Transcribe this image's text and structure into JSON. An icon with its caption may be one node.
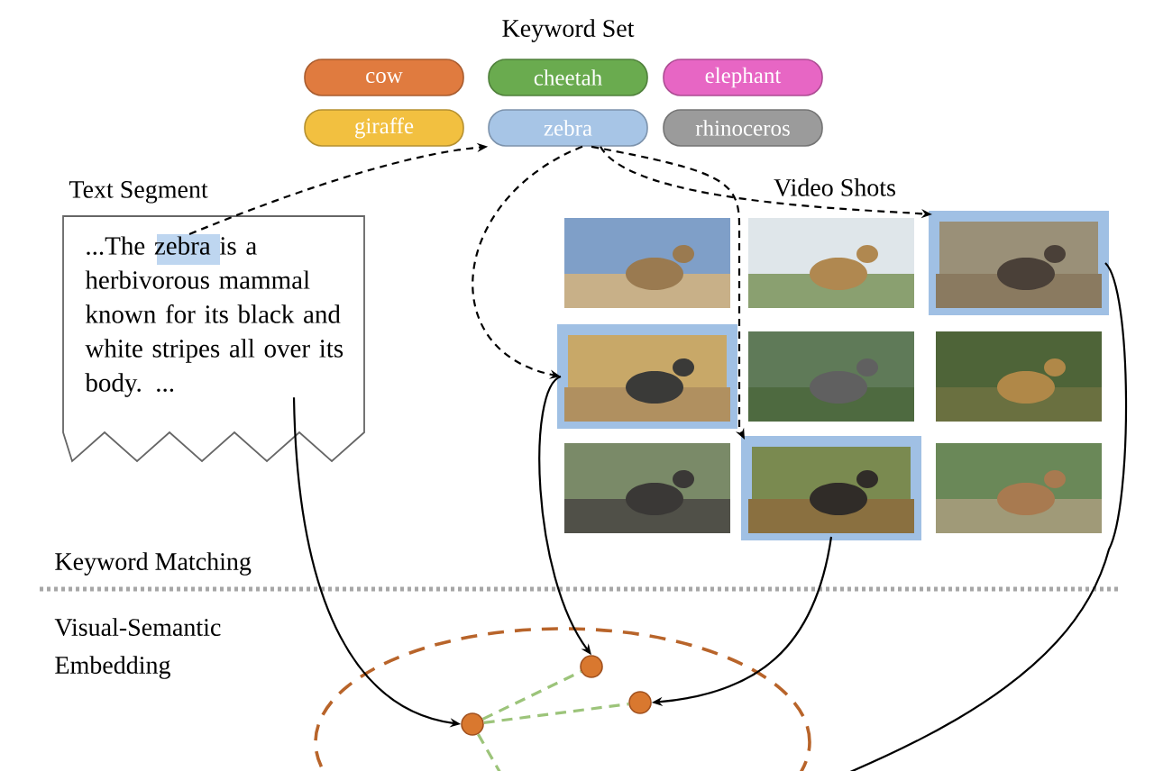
{
  "diagram": {
    "nodes": [
      {
        "text": [
          "cow"
        ]
      },
      {
        "text": [
          "cheetah"
        ]
      },
      {
        "text": [
          "elephant"
        ]
      },
      {
        "text": [
          "giraffe"
        ]
      },
      {
        "text": [
          "zebra"
        ]
      },
      {
        "text": [
          "rhinoceros"
        ]
      },
      {
        "text": [
          "Text Segment",
          "...The zebra is a herbivorous mammal known for its black and white stripes all over its body. ..."
        ]
      },
      {
        "text": [],
        "shape": "picture"
      },
      {
        "text": [],
        "shape": "picture"
      },
      {
        "text": [],
        "shape": "picture"
      },
      {
        "text": [],
        "shape": "picture"
      },
      {
        "text": [],
        "shape": "picture"
      },
      {
        "text": [],
        "shape": "picture"
      },
      {
        "text": [],
        "shape": "picture"
      },
      {
        "text": [],
        "shape": "picture"
      },
      {
        "text": [],
        "shape": "picture"
      },
      {
        "text": [],
        "shape": "ellipse"
      },
      {
        "text": [],
        "shape": "circle",
        "in": 16
      },
      {
        "text": [],
        "shape": "circle",
        "in": 16
      },
      {
        "text": [],
        "shape": "circle",
        "in": 16
      }
    ],
    "edges": [
      {
        "from": 6,
        "to": 4,
        "arrow": "to",
        "style": "dashed"
      },
      {
        "from": 4,
        "to": 9,
        "arrow": "to",
        "style": "dashed"
      },
      {
        "from": 4,
        "to": 10,
        "arrow": "to",
        "style": "dashed"
      },
      {
        "from": 4,
        "to": 14,
        "arrow": "to",
        "style": "dashed"
      },
      {
        "from": 6,
        "to": 17,
        "arrow": "to"
      },
      {
        "from": 10,
        "to": 18,
        "arrow": "to"
      },
      {
        "from": 14,
        "to": 19,
        "arrow": "to"
      },
      {
        "from": 9,
        "to": 16,
        "arrow": "none"
      },
      {
        "from": 17,
        "to": 18,
        "arrow": "none",
        "style": "dashed",
        "color": "#9cc47a"
      },
      {
        "from": 17,
        "to": 19,
        "arrow": "none",
        "style": "dashed",
        "color": "#9cc47a"
      },
      {
        "from": 17,
        "to": 16,
        "arrow": "none",
        "style": "dashed",
        "color": "#9cc47a"
      }
    ],
    "labels": [
      "Keyword Set",
      "Video Shots",
      "Keyword Matching",
      "Visual-Semantic Embedding"
    ]
  }
}
